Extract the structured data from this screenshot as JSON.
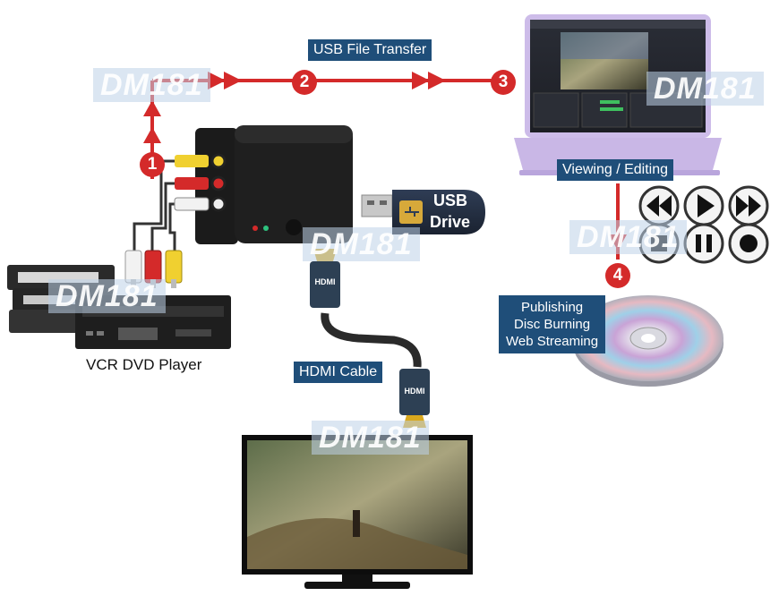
{
  "watermark": "DM181",
  "labels": {
    "usb_transfer": "USB File Transfer",
    "viewing": "Viewing / Editing",
    "hdmi_cable": "HDMI Cable",
    "vcr": "VCR DVD Player",
    "publishing": [
      "Publishing",
      "Disc Burning",
      "Web Streaming"
    ]
  },
  "steps": [
    "1",
    "2",
    "3",
    "4"
  ],
  "usb_drive": {
    "line1": "USB",
    "line2": "Drive"
  },
  "hdmi_plug_text": "HDMI",
  "colors": {
    "arrow": "#d42a2a",
    "label_bg": "#1f4e79",
    "device": "#1b1b1b",
    "laptop": "#c9b7e6"
  },
  "icons": [
    "rewind-icon",
    "play-icon",
    "fast-forward-icon",
    "stop-icon",
    "pause-icon",
    "record-icon"
  ]
}
